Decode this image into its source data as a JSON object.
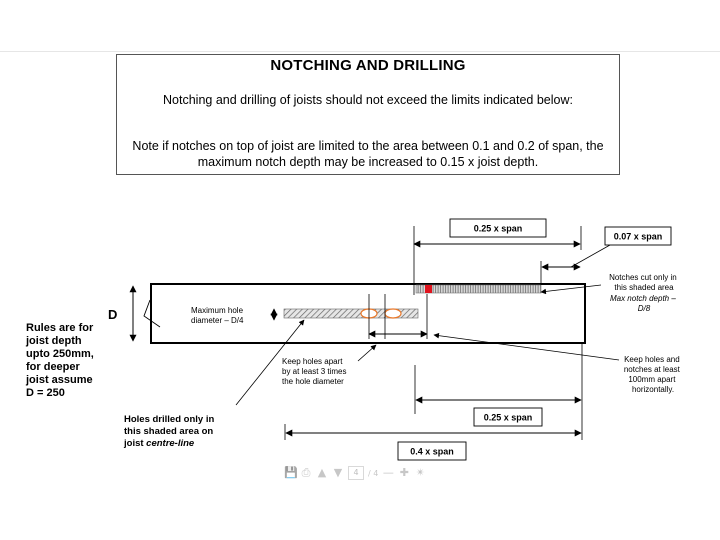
{
  "header": {
    "title": "NOTCHING AND DRILLING",
    "intro": "Notching and drilling of joists should not exceed the limits indicated below:",
    "note_line1": "Note if notches on top of joist are limited to the area between 0.1 and 0.2 of span, the",
    "note_line2": "maximum notch depth may be increased to 0.15 x joist depth."
  },
  "diagram": {
    "dim_top_span": "0.25 x span",
    "dim_notch_span": "0.07 x span",
    "depth_label": "D",
    "max_hole_line1": "Maximum hole",
    "max_hole_line2": "diameter – D/4",
    "notches_note": [
      "Notches cut only in",
      "this shaded area"
    ],
    "notch_depth_note": [
      "Max notch depth –",
      "D/8"
    ],
    "rules_note": [
      "Rules are for",
      "joist depth",
      "upto 250mm,",
      "for deeper",
      "joist assume",
      "D = 250"
    ],
    "keep_holes_note": [
      "Keep holes apart",
      "by at least 3 times",
      "the hole diameter"
    ],
    "keep_holes_notches_note": [
      "Keep holes and",
      "notches at least",
      "100mm apart",
      "horizontally."
    ],
    "holes_drilled_note": [
      "Holes drilled only in",
      "this shaded area on"
    ],
    "holes_drilled_last_plain": "joist ",
    "holes_drilled_last_italic": "centre-line",
    "dim_bottom_right": "0.25 x span",
    "dim_bottom_long": "0.4 x span"
  },
  "toolbar": {
    "icons": [
      "save-icon",
      "print-icon",
      "page-up-icon",
      "page-down-icon",
      "zoom-out-icon",
      "zoom-in-icon",
      "acrobat-icon"
    ],
    "page_number": "4",
    "page_total": "/ 4"
  },
  "colors": {
    "notch_marker": "#e0141e",
    "hole_marker": "#e8782a",
    "line": "#000000"
  }
}
